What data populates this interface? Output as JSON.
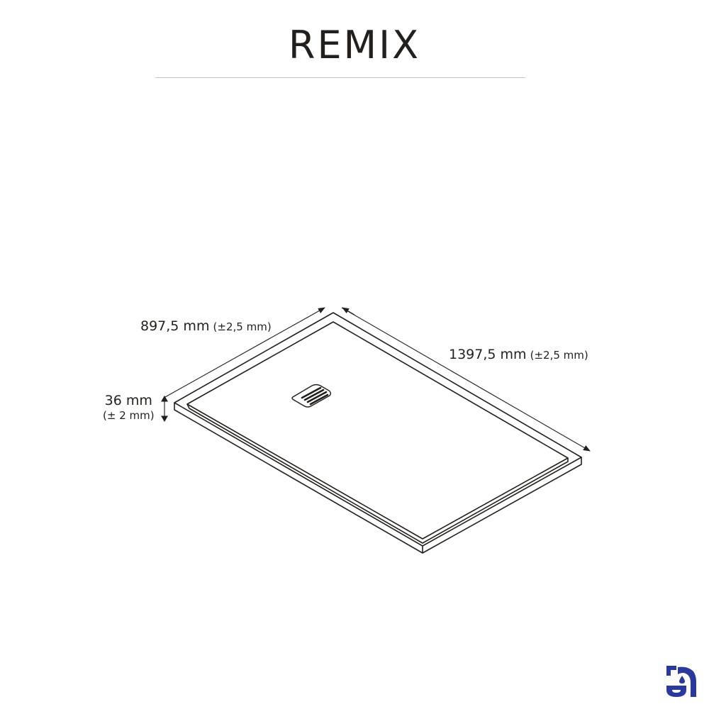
{
  "title": "REMIX",
  "dimensions": {
    "width": {
      "value": "897,5 mm",
      "tolerance": "(±2,5 mm)"
    },
    "length": {
      "value": "1397,5 mm",
      "tolerance": "(±2,5 mm)"
    },
    "height": {
      "value": "36 mm",
      "tolerance": "(± 2 mm)"
    }
  },
  "drawing": {
    "subject": "shower-tray",
    "features": [
      "drain-grate"
    ],
    "line_color": "#231f1c"
  },
  "brand": {
    "logo_icon": "brand-logo-icon",
    "color": "#2a3a9c"
  }
}
